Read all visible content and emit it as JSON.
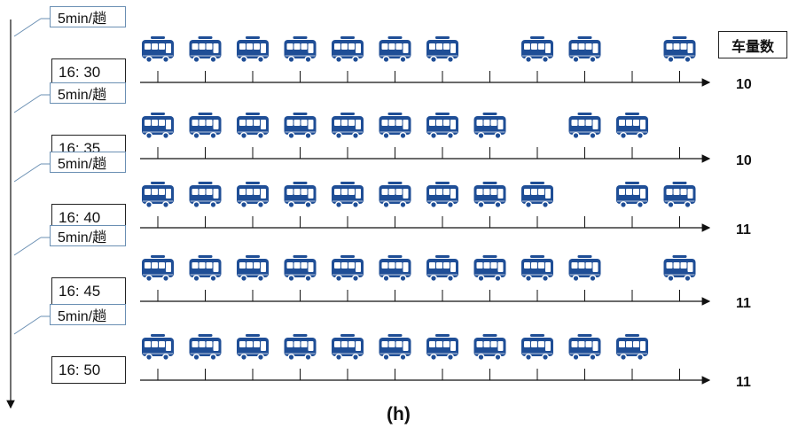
{
  "legend_label": "车量数",
  "caption": "(h)",
  "bus_color": "#1f4e96",
  "axis_color": "#111111",
  "slots": 12,
  "rows": [
    {
      "frequency": "5min/趟",
      "time": "16:  30",
      "count": "10",
      "buses": [
        0,
        1,
        2,
        3,
        4,
        5,
        6,
        8,
        9,
        11
      ]
    },
    {
      "frequency": "5min/趟",
      "time": "16:  35",
      "count": "10",
      "buses": [
        0,
        1,
        2,
        3,
        4,
        5,
        6,
        7,
        9,
        10
      ]
    },
    {
      "frequency": "5min/趟",
      "time": "16:  40",
      "count": "11",
      "buses": [
        0,
        1,
        2,
        3,
        4,
        5,
        6,
        7,
        8,
        10,
        11
      ]
    },
    {
      "frequency": "5min/趟",
      "time": "16:  45",
      "count": "11",
      "buses": [
        0,
        1,
        2,
        3,
        4,
        5,
        6,
        7,
        8,
        9,
        11
      ]
    },
    {
      "frequency": "5min/趟",
      "time": "16:  50",
      "count": "11",
      "buses": [
        0,
        1,
        2,
        3,
        4,
        5,
        6,
        7,
        8,
        9,
        10
      ]
    }
  ]
}
